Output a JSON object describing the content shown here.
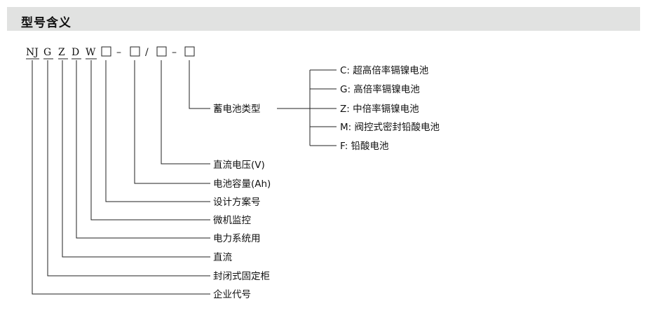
{
  "header": {
    "title": "型号含义"
  },
  "code": {
    "letters": [
      "NJ",
      "G",
      "Z",
      "D",
      "W"
    ],
    "separators": [
      "–",
      "/",
      "–"
    ]
  },
  "fields": [
    "蓄电池类型",
    "直流电压(V)",
    "电池容量(Ah)",
    "设计方案号",
    "微机监控",
    "电力系统用",
    "直流",
    "封闭式固定柜",
    "企业代号"
  ],
  "battery_types": [
    "C: 超高倍率镉镍电池",
    "G: 高倍率镉镍电池",
    "Z: 中倍率镉镍电池",
    "M: 阀控式密封铅酸电池",
    "F: 铅酸电池"
  ]
}
